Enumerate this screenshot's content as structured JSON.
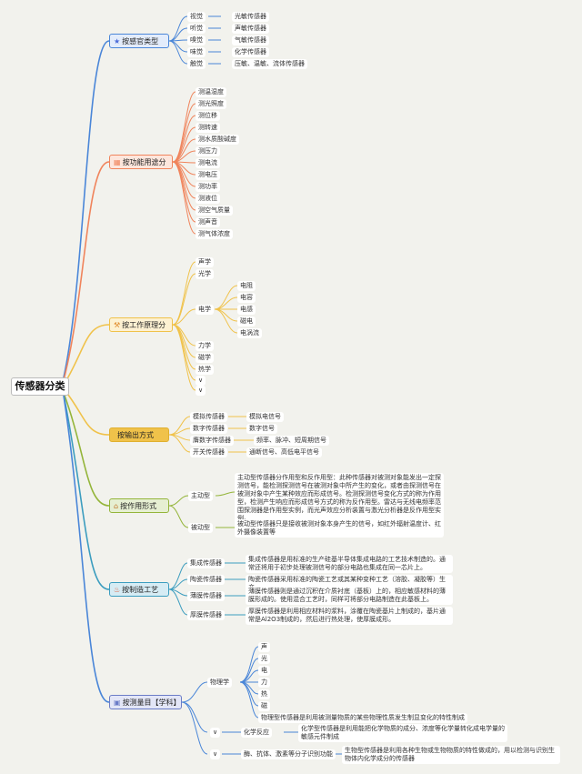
{
  "root": "传感器分类",
  "colors": {
    "blue": "#4a86d8",
    "orange": "#f0845c",
    "yellow": "#f0c24a",
    "olive": "#94b53a",
    "teal": "#3c9dbf",
    "purple": "#6b7cc7"
  },
  "c1": {
    "label": "按感官类型",
    "icon": "star-icon",
    "rows": [
      {
        "sense": "视觉",
        "sensor": "光敏传感器"
      },
      {
        "sense": "听觉",
        "sensor": "声敏传感器"
      },
      {
        "sense": "嗅觉",
        "sensor": "气敏传感器"
      },
      {
        "sense": "味觉",
        "sensor": "化学传感器"
      },
      {
        "sense": "触觉",
        "sensor": "压敏、温敏、流体传感器"
      }
    ]
  },
  "c2": {
    "label": "按功能用途分",
    "icon": "grid-icon",
    "items": [
      "测温湿度",
      "测光照度",
      "测位移",
      "测转速",
      "测水质酸碱度",
      "测压力",
      "测电流",
      "测电压",
      "测功率",
      "测液位",
      "测空气质量",
      "测声音",
      "测气体浓度"
    ]
  },
  "c3": {
    "label": "按工作原理分",
    "icon": "tools-icon",
    "top": [
      "声学",
      "光学"
    ],
    "elec": "电学",
    "elec_items": [
      "电阻",
      "电容",
      "电感",
      "磁电",
      "电涡流"
    ],
    "bottom": [
      "力学",
      "磁学",
      "热学",
      "∨",
      "∨"
    ]
  },
  "c4": {
    "label": "按输出方式",
    "rows": [
      {
        "type": "模拟传感器",
        "out": "模拟电信号"
      },
      {
        "type": "数字传感器",
        "out": "数字信号"
      },
      {
        "type": "膺数字传感器",
        "out": "频率、脉冲、短周期信号"
      },
      {
        "type": "开关传感器",
        "out": "通断信号、高低电平信号"
      }
    ]
  },
  "c5": {
    "label": "按作用形式",
    "icon": "home-icon",
    "active": "主动型",
    "active_desc": "主动型传感器分作用型和反作用型：此种传感器对被测对象能发出一定探测信号，能检测探测信号在被测对象中所产生的变化，或者由探测信号在被测对象中产生某种效应而形成信号。检测探测信号变化方式的称为作用型，检测产生响应而形成信号方式的称为反作用型。雷达与无线电频率范围探测器是作用型实例，而光声效应分析装置与激光分析器是反作用型实例。",
    "passive": "被动型",
    "passive_desc": "被动型传感器只是接收被测对象本身产生的信号，如红外辐射温度计、红外摄像装置等"
  },
  "c6": {
    "label": "按制造工艺",
    "icon": "fire-icon",
    "rows": [
      {
        "type": "集成传感器",
        "desc": "集成传感器是用标准的生产硅基半导体集成电路的工艺技术制造的。通常还将用于初步处理被测信号的部分电路也集成在同一芯片上。"
      },
      {
        "type": "陶瓷传感器",
        "desc": "陶瓷传感器采用标准的陶瓷工艺或其某种变种工艺（溶胶、凝胶等）生产。"
      },
      {
        "type": "薄膜传感器",
        "desc": "薄膜传感器则是通过沉积在介质衬底（基板）上的，相应敏感材料的薄膜形成的。使用混合工艺时，同样可将部分电路制造在此基板上。"
      },
      {
        "type": "厚膜传感器",
        "desc": "厚膜传感器是利用相应材料的浆料，涂覆在陶瓷基片上制成的，基片通常是Al2O3制成的，然后进行热处理，使厚膜成形。"
      }
    ]
  },
  "c7": {
    "label": "按测量目【学科】",
    "icon": "box-icon",
    "physics": "物理学",
    "phys_items": [
      "声",
      "光",
      "电",
      "力",
      "热",
      "磁"
    ],
    "phys_desc": "物理型传感器是利用被测量物质的某些物理性质发生制显变化的特性制成",
    "chem_v": "∨",
    "chem": "化学反应",
    "chem_desc": "化学型传感器是利用能把化学物质的成分、浓度等化学量转化成电学量的敏感元件制成",
    "bio_v": "∨",
    "bio": "酶、抗体、激素等分子识别功能",
    "bio_desc": "生物型传感器是利用各种生物或生物物质的特性做成的，用以检测与识别生物体内化学成分的传感器"
  }
}
